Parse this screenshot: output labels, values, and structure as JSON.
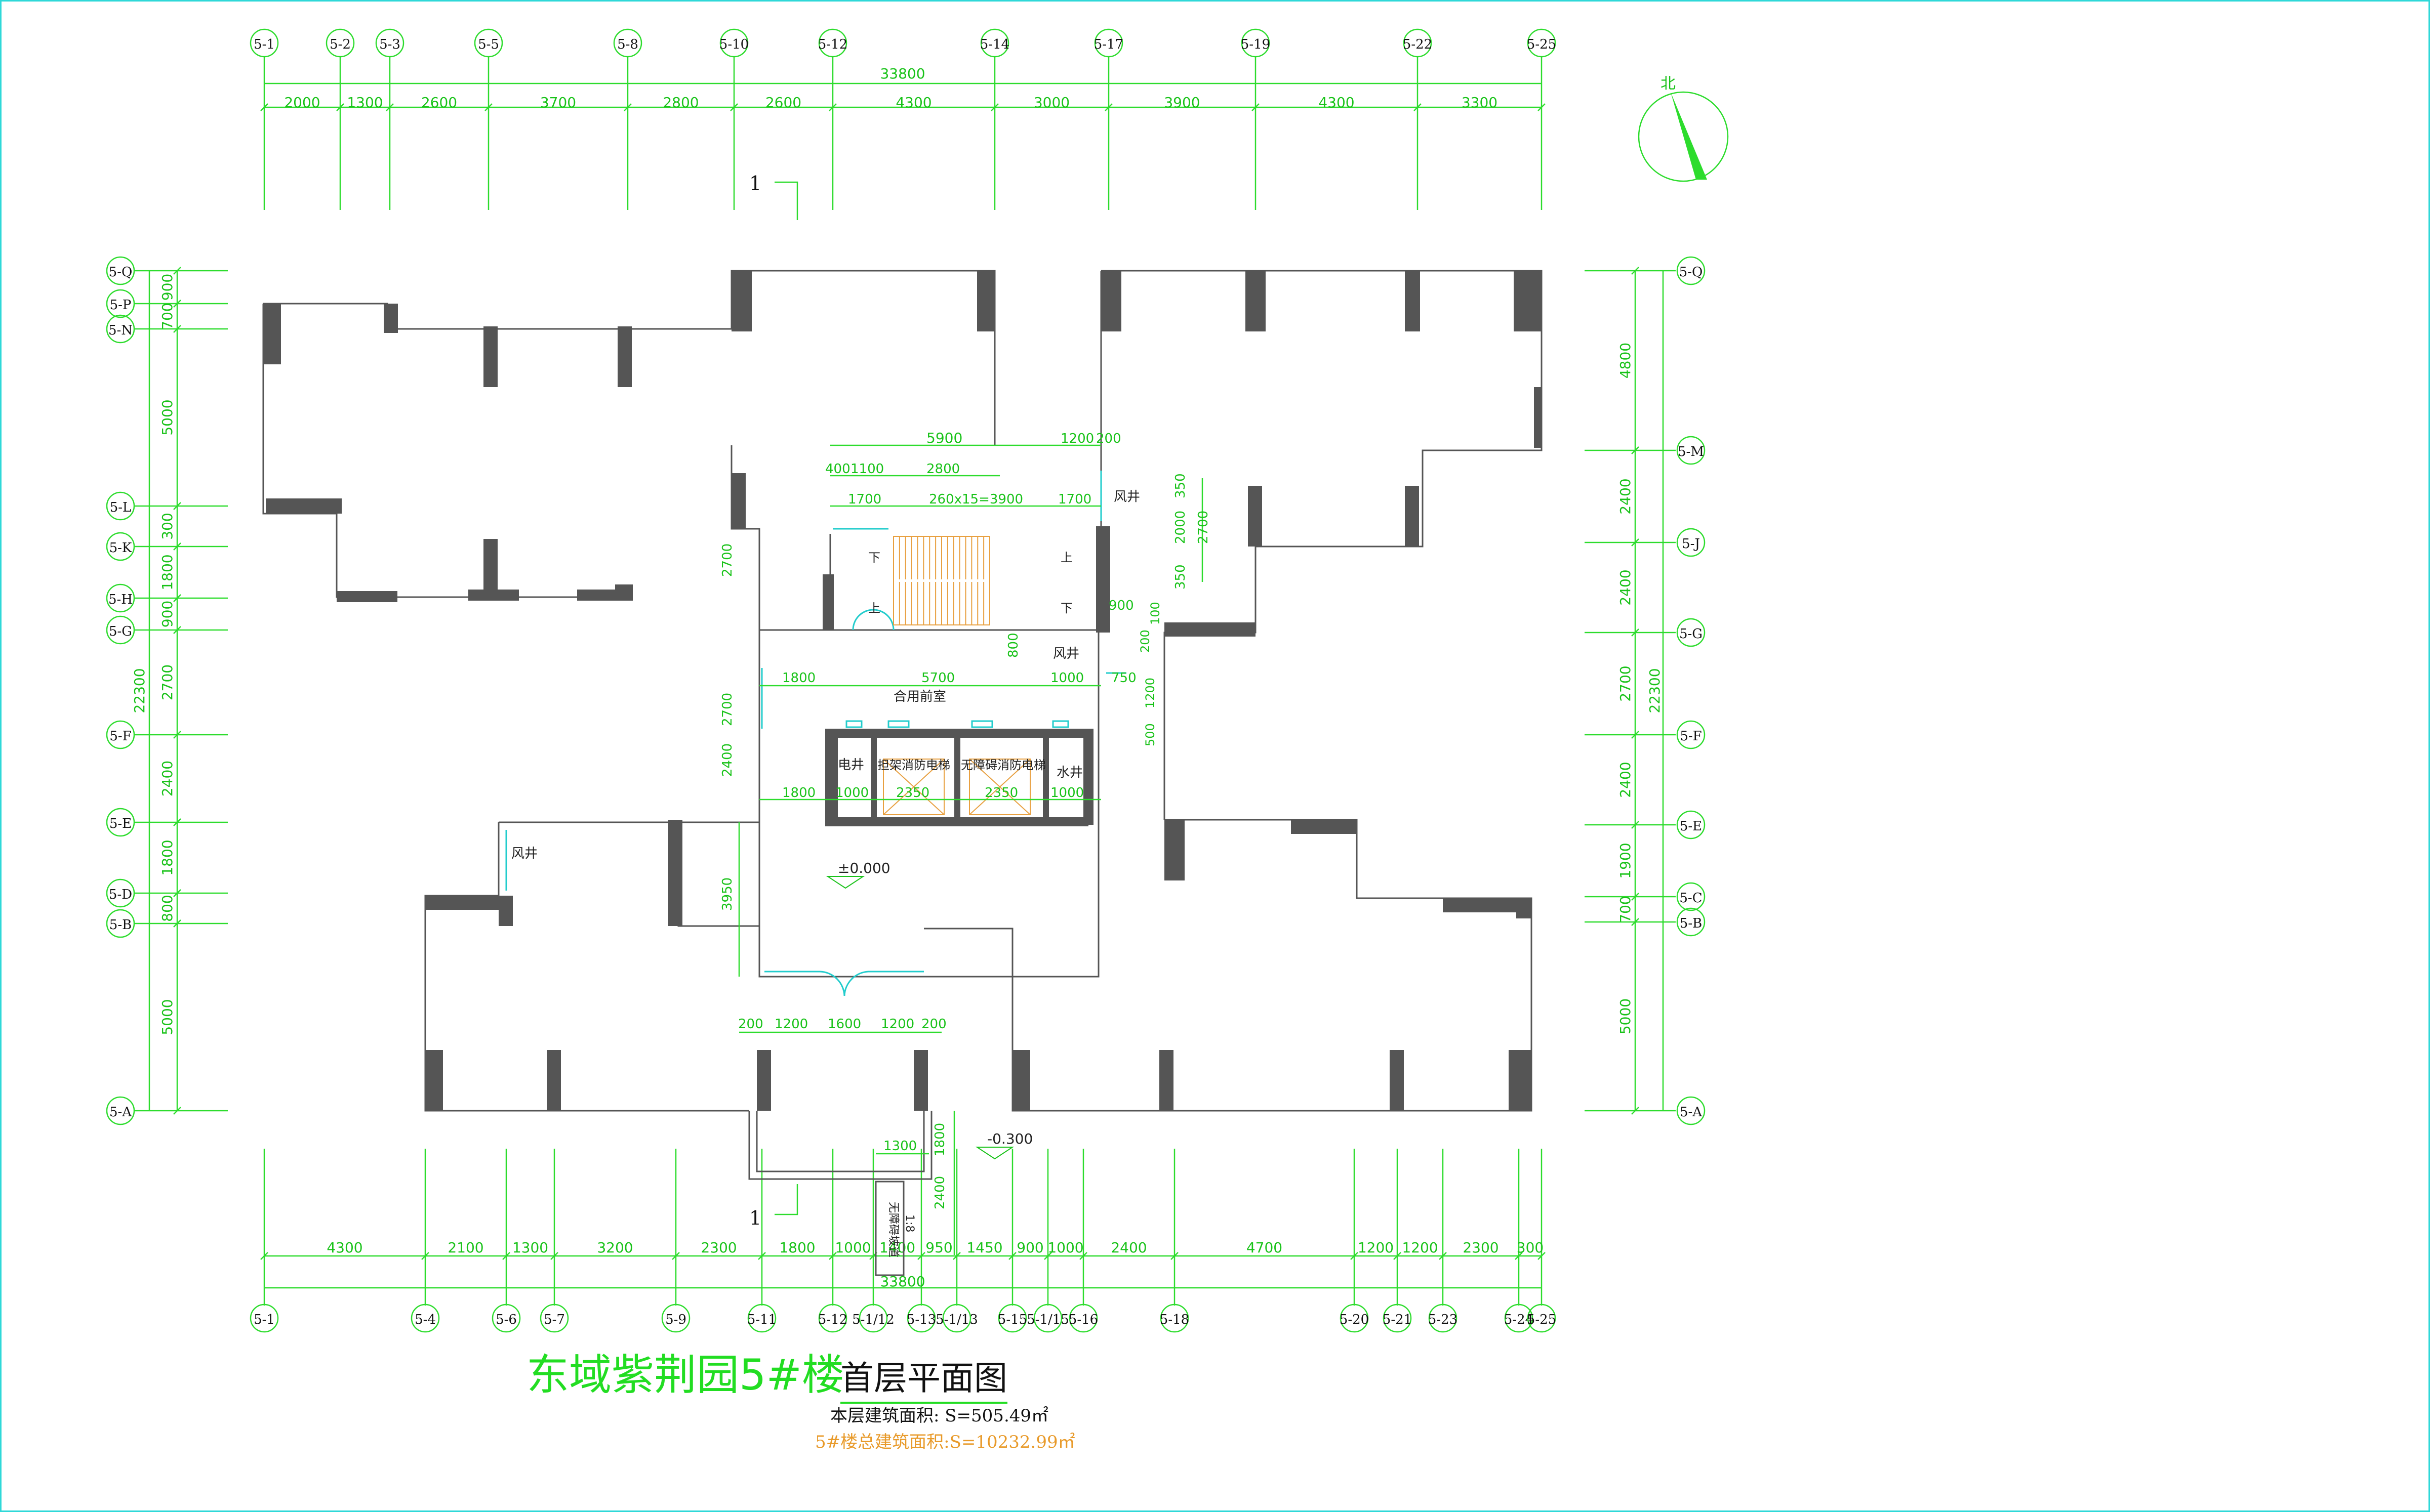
{
  "axes_top": [
    "5-1",
    "5-2",
    "5-3",
    "5-5",
    "5-8",
    "5-10",
    "5-12",
    "5-14",
    "5-17",
    "5-19",
    "5-22",
    "5-25"
  ],
  "dims_top": [
    "2000",
    "1300",
    "2600",
    "3700",
    "2800",
    "2600",
    "4300",
    "3000",
    "3900",
    "4300",
    "3300"
  ],
  "overall_top": "33800",
  "axes_bottom": [
    "5-1",
    "5-4",
    "5-6",
    "5-7",
    "5-9",
    "5-11",
    "5-12",
    "5-1/12",
    "5-13",
    "5-1/13",
    "5-15",
    "5-1/15",
    "5-16",
    "5-18",
    "5-20",
    "5-21",
    "5-23",
    "5-24",
    "5-25"
  ],
  "dims_bottom": [
    "4300",
    "2100",
    "1300",
    "3200",
    "2300",
    "1800",
    "1000",
    "1400",
    "950",
    "1450",
    "900",
    "1000",
    "2400",
    "4700",
    "1200",
    "1200",
    "2300",
    "300"
  ],
  "overall_bottom": "33800",
  "axes_left": [
    "5-Q",
    "5-P",
    "5-N",
    "5-L",
    "5-K",
    "5-H",
    "5-G",
    "5-F",
    "5-E",
    "5-D",
    "5-B",
    "5-A"
  ],
  "dims_left": [
    "900",
    "700",
    "5000",
    "300",
    "1800",
    "900",
    "2700",
    "2400",
    "1800",
    "800",
    "5000"
  ],
  "overall_left": "22300",
  "axes_right": [
    "5-Q",
    "5-M",
    "5-J",
    "5-G",
    "5-F",
    "5-E",
    "5-C",
    "5-B",
    "5-A"
  ],
  "dims_right": [
    "4800",
    "2400",
    "2400",
    "2700",
    "2400",
    "1900",
    "700",
    "5000"
  ],
  "overall_right": "22300",
  "section_mark": "1",
  "north_label": "北",
  "rooms": {
    "shared_lobby": "合用前室",
    "elec_shaft": "电井",
    "stretcher_lift": "担架消防电梯",
    "accessible_lift": "无障碍消防电梯",
    "water_shaft": "水井",
    "vent_1": "风井",
    "vent_2": "风井",
    "vent_3": "风井",
    "stair_up_1": "上",
    "stair_down_1": "下",
    "stair_up_2": "上",
    "stair_down_2": "下",
    "ramp_label": "无障碍坡道",
    "ramp_slope": "1:8"
  },
  "levels": {
    "ground": "±0.000",
    "outdoor": "-0.300"
  },
  "inner_dims": {
    "d5900": "5900",
    "d1200": "1200",
    "d200": "200",
    "d400": "400",
    "d1100": "1100",
    "d2800": "2800",
    "d1700a": "1700",
    "stair_run": "260x15=3900",
    "d1700b": "1700",
    "d350a": "350",
    "d2000": "2000",
    "d2700v": "2700",
    "d350b": "350",
    "d2700c": "2700",
    "d900": "900",
    "d800": "800",
    "d100": "100",
    "d200b": "200",
    "d1800a": "1800",
    "d5700": "5700",
    "d1000a": "1000",
    "d750": "750",
    "d1200v": "1200",
    "d500": "500",
    "d2700d": "2700",
    "d2400": "2400",
    "d1800b": "1800",
    "d1000b": "1000",
    "d2350a": "2350",
    "d2350b": "2350",
    "d1000c": "1000",
    "d3950": "3950",
    "b200a": "200",
    "b1200a": "1200",
    "b1600": "1600",
    "b1200b": "1200",
    "b200b": "200",
    "c1300": "1300",
    "c1800": "1800",
    "c2400": "2400"
  },
  "title": {
    "project": "东域紫荆园5#楼",
    "drawing": "首层平面图",
    "floor_area": "本层建筑面积:  S=505.49㎡",
    "total_area": "5#楼总建筑面积:S=10232.99㎡"
  }
}
